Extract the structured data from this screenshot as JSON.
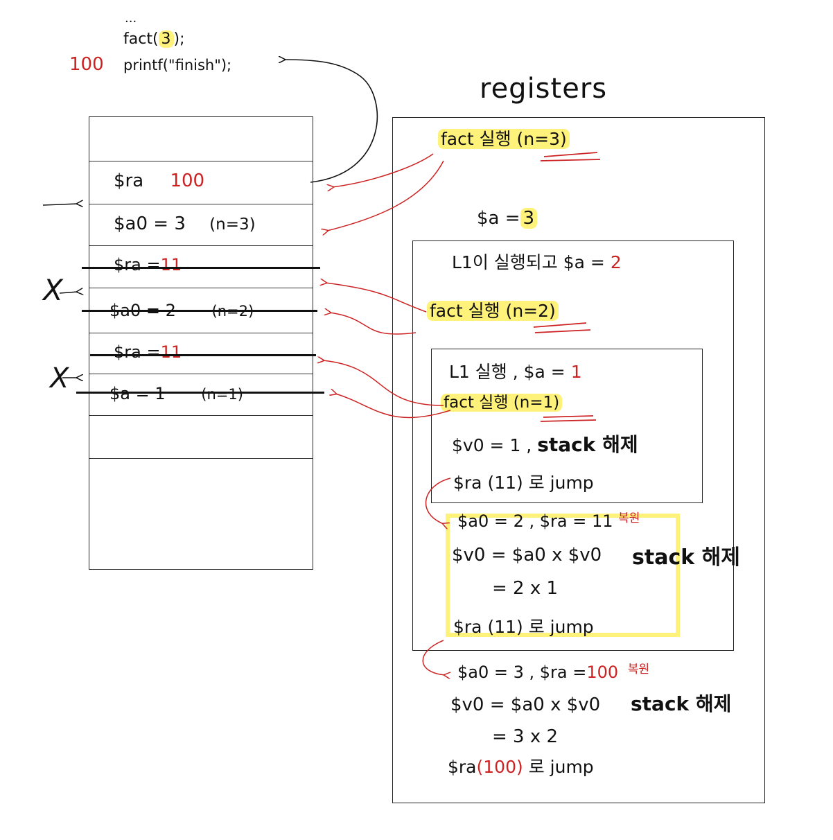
{
  "code": {
    "dots": "...",
    "line1": "fact(3);",
    "line1_arg": "3",
    "line2_addr": "100",
    "line2": "printf(\"finish\");"
  },
  "stack": {
    "row1_label": "$ra",
    "row1_value": "100",
    "row2": "$a0 = 3",
    "row2_note": "(n=3)",
    "row3_label": "$ra =",
    "row3_value": "11",
    "row4": "$a0 = 2",
    "row4_note": "(n=2)",
    "row5_label": "$ra =",
    "row5_value": "11",
    "row6": "$a = 1",
    "row6_note": "(n=1)",
    "x_mark": "X"
  },
  "registers": {
    "title": "registers",
    "call1": "fact 실행 (n=3)",
    "a_eq": "$a =",
    "a_val": "3",
    "inner1_text": "L1이 실행되고  $a =",
    "inner1_val": "2",
    "call2": "fact 실행 (n=2)",
    "inner2_text": "L1 실행 , $a =",
    "inner2_val": "1",
    "call3": "fact 실행 (n=1)",
    "v0_1": "$v0 = 1 ,",
    "stack_free": "stack 해제",
    "jump_11": "$ra (11) 로 jump",
    "restore2": "$a0 = 2 ,  $ra = 11",
    "restore_label": "복원",
    "mul2": "$v0 = $a0 x $v0",
    "mul2_result": "= 2 x 1",
    "jump_11b": "$ra (11) 로 jump",
    "restore3": "$a0 = 3  , $ra =",
    "restore3_val": "100",
    "mul3": "$v0 = $a0 x $v0",
    "mul3_result": "= 3 x 2",
    "jump_100_a": "$ra",
    "jump_100_val": "(100)",
    "jump_100_b": "로 jump"
  }
}
